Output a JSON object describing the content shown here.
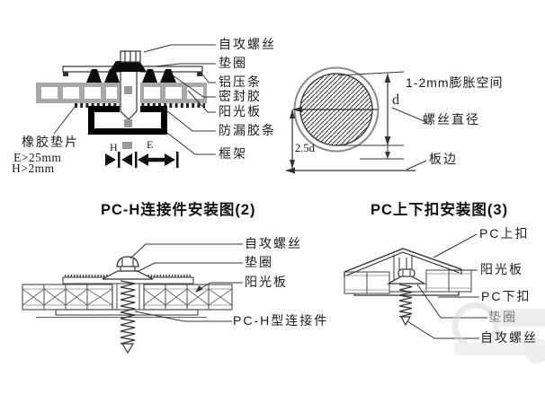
{
  "captions": {
    "left": "PC-H连接件安装图(2)",
    "right": "PC上下扣安装图(3)"
  },
  "fixing_detail": {
    "labels_right": [
      "自攻螺丝",
      "垫圈",
      "铝压条",
      "密封胶",
      "阳光板",
      "防漏胶条",
      "框架"
    ],
    "label_rubber": "橡胶垫片",
    "note_e": "E>25mm",
    "note_h": "H>2mm",
    "dim_h": "H",
    "dim_e": "E"
  },
  "hole_detail": {
    "label_expansion": "1-2mm膨胀空间",
    "label_diameter": "螺丝直径",
    "label_edge": "板边",
    "dim_d": "d",
    "dim_center": "2.5d"
  },
  "h_connector": {
    "labels": [
      "自攻螺丝",
      "垫圈",
      "阳光板",
      "PC-H型连接件"
    ]
  },
  "snap_fit": {
    "labels": [
      "PC上扣",
      "阳光板",
      "PC下扣",
      "垫圈",
      "自攻螺丝"
    ]
  },
  "colors": {
    "line": "#333333",
    "panel_gray": "#a9a9a9",
    "black": "#000000",
    "watermark": "#dcdcdc"
  }
}
